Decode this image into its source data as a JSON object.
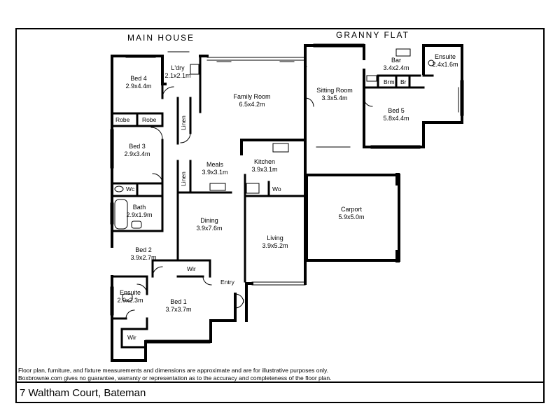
{
  "sections": {
    "main_house": "MAIN HOUSE",
    "granny_flat": "GRANNY FLAT"
  },
  "rooms": [
    {
      "id": "bed4",
      "name": "Bed 4",
      "dims": "2.9x4.4m"
    },
    {
      "id": "laundry",
      "name": "L'dry",
      "dims": "2.1x2.1m"
    },
    {
      "id": "family",
      "name": "Family Room",
      "dims": "6.5x4.2m"
    },
    {
      "id": "sitting",
      "name": "Sitting Room",
      "dims": "3.3x5.4m"
    },
    {
      "id": "bar",
      "name": "Bar",
      "dims": "3.4x2.4m"
    },
    {
      "id": "ensuite_flat",
      "name": "Ensuite",
      "dims": "2.4x1.6m"
    },
    {
      "id": "bed5",
      "name": "Bed 5",
      "dims": "5.8x4.4m"
    },
    {
      "id": "bed3",
      "name": "Bed 3",
      "dims": "2.9x3.4m"
    },
    {
      "id": "meals",
      "name": "Meals",
      "dims": "3.9x3.1m"
    },
    {
      "id": "kitchen",
      "name": "Kitchen",
      "dims": "3.9x3.1m"
    },
    {
      "id": "carport",
      "name": "Carport",
      "dims": "5.9x5.0m"
    },
    {
      "id": "bath",
      "name": "Bath",
      "dims": "2.9x1.9m"
    },
    {
      "id": "dining",
      "name": "Dining",
      "dims": "3.9x7.6m"
    },
    {
      "id": "living",
      "name": "Living",
      "dims": "3.9x5.2m"
    },
    {
      "id": "bed2",
      "name": "Bed 2",
      "dims": "3.9x2.7m"
    },
    {
      "id": "ensuite_main",
      "name": "Ensuite",
      "dims": "2.0x2.3m"
    },
    {
      "id": "bed1",
      "name": "Bed 1",
      "dims": "3.7x3.7m"
    }
  ],
  "small_labels": {
    "robe1": "Robe",
    "robe2": "Robe",
    "linen1": "Linen",
    "linen2": "Linen",
    "wc": "Wc",
    "wo": "Wo",
    "wir1": "Wir",
    "wir2": "Wir",
    "entry": "Entry",
    "brm": "Brm",
    "br": "Br"
  },
  "disclaimer": {
    "line1": "Floor plan, furniture, and fixture measurements and dimensions are approximate and are for illustrative purposes only.",
    "line2": "Boxbrownie.com gives no guarantee, warranty or representation as to the accuracy and completeness of the floor plan."
  },
  "address": "7 Waltham Court, Bateman"
}
